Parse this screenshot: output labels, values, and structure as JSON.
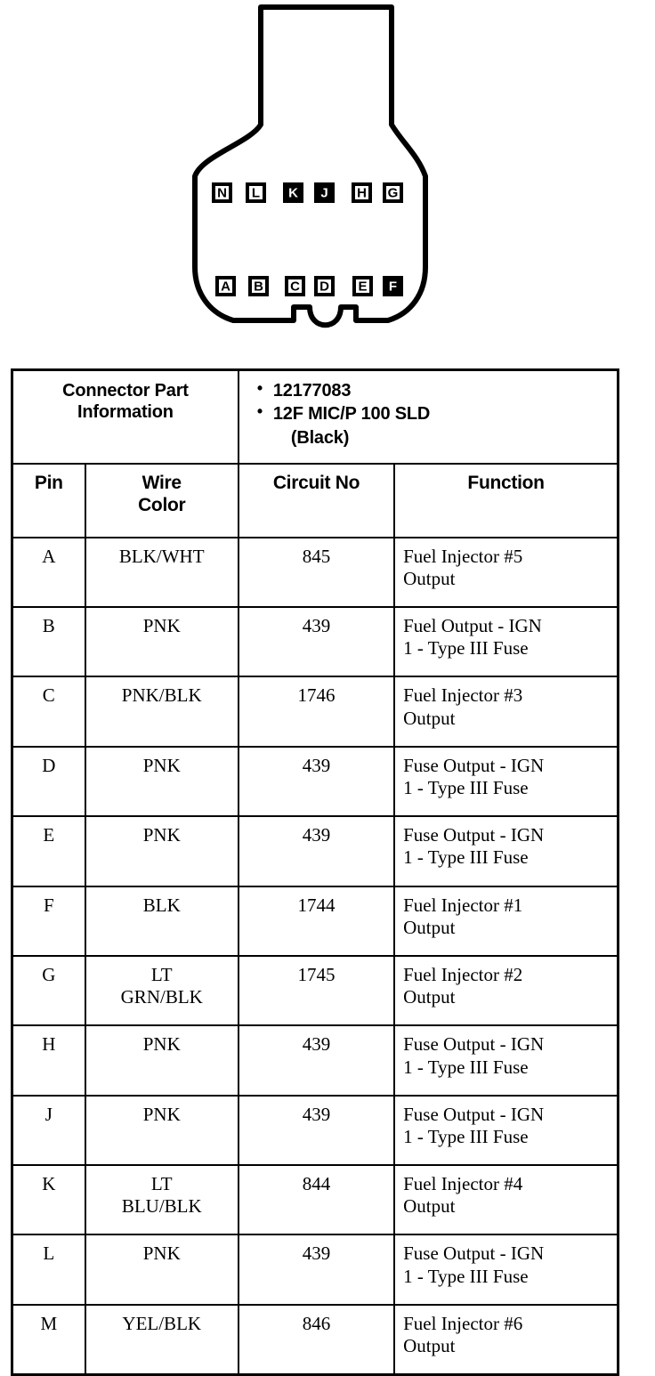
{
  "diagram": {
    "name": "12-way connector face view",
    "top_row_pins": [
      {
        "label": "N",
        "style": "outline"
      },
      {
        "label": "L",
        "style": "outline"
      },
      {
        "label": "K",
        "style": "filled"
      },
      {
        "label": "J",
        "style": "filled"
      },
      {
        "label": "H",
        "style": "outline"
      },
      {
        "label": "G",
        "style": "outline"
      }
    ],
    "bottom_row_pins": [
      {
        "label": "A",
        "style": "outline"
      },
      {
        "label": "B",
        "style": "outline"
      },
      {
        "label": "C",
        "style": "outline"
      },
      {
        "label": "D",
        "style": "outline"
      },
      {
        "label": "E",
        "style": "outline"
      },
      {
        "label": "F",
        "style": "filled"
      }
    ],
    "outline_color": "#000000"
  },
  "table": {
    "connector_part_info": {
      "label_line1": "Connector Part",
      "label_line2": "Information",
      "bullets": [
        "12177083",
        "12F MIC/P 100 SLD"
      ],
      "bullet2_cont": "(Black)"
    },
    "headers": {
      "pin": "Pin",
      "wire_color_line1": "Wire",
      "wire_color_line2": "Color",
      "circuit_no": "Circuit No",
      "function": "Function"
    },
    "rows": [
      {
        "pin": "A",
        "wire": [
          "BLK/WHT"
        ],
        "circuit": "845",
        "function": [
          "Fuel Injector #5",
          "Output"
        ]
      },
      {
        "pin": "B",
        "wire": [
          "PNK"
        ],
        "circuit": "439",
        "function": [
          "Fuel Output - IGN",
          "1 - Type III Fuse"
        ]
      },
      {
        "pin": "C",
        "wire": [
          "PNK/BLK"
        ],
        "circuit": "1746",
        "function": [
          "Fuel Injector #3",
          "Output"
        ]
      },
      {
        "pin": "D",
        "wire": [
          "PNK"
        ],
        "circuit": "439",
        "function": [
          "Fuse Output - IGN",
          "1 - Type III Fuse"
        ]
      },
      {
        "pin": "E",
        "wire": [
          "PNK"
        ],
        "circuit": "439",
        "function": [
          "Fuse Output - IGN",
          "1 - Type III Fuse"
        ]
      },
      {
        "pin": "F",
        "wire": [
          "BLK"
        ],
        "circuit": "1744",
        "function": [
          "Fuel Injector #1",
          "Output"
        ]
      },
      {
        "pin": "G",
        "wire": [
          "LT",
          "GRN/BLK"
        ],
        "circuit": "1745",
        "function": [
          "Fuel Injector #2",
          "Output"
        ]
      },
      {
        "pin": "H",
        "wire": [
          "PNK"
        ],
        "circuit": "439",
        "function": [
          "Fuse Output - IGN",
          "1 - Type III Fuse"
        ]
      },
      {
        "pin": "J",
        "wire": [
          "PNK"
        ],
        "circuit": "439",
        "function": [
          "Fuse Output - IGN",
          "1 - Type III Fuse"
        ]
      },
      {
        "pin": "K",
        "wire": [
          "LT",
          "BLU/BLK"
        ],
        "circuit": "844",
        "function": [
          "Fuel Injector #4",
          "Output"
        ]
      },
      {
        "pin": "L",
        "wire": [
          "PNK"
        ],
        "circuit": "439",
        "function": [
          "Fuse Output - IGN",
          "1 - Type III Fuse"
        ]
      },
      {
        "pin": "M",
        "wire": [
          "YEL/BLK"
        ],
        "circuit": "846",
        "function": [
          "Fuel Injector #6",
          "Output"
        ]
      }
    ]
  }
}
